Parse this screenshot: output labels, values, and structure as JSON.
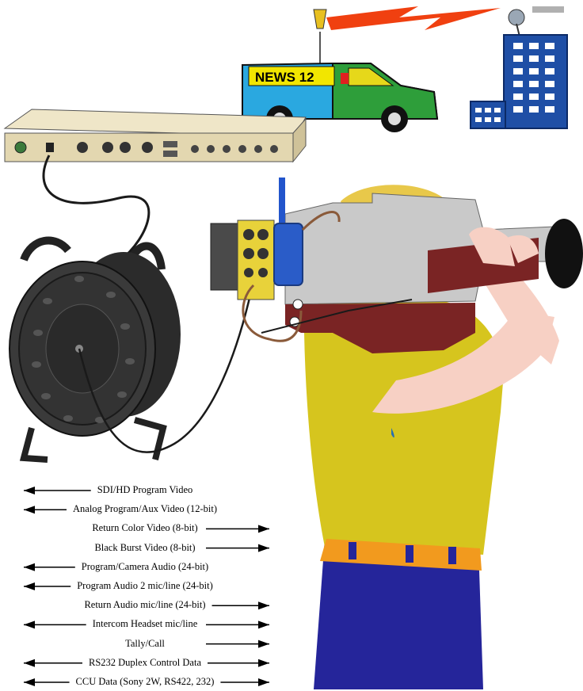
{
  "van": {
    "label": "NEWS 12"
  },
  "signals": [
    {
      "label": "SDI/HD Program Video",
      "direction": "left"
    },
    {
      "label": "Analog Program/Aux Video (12-bit)",
      "direction": "left"
    },
    {
      "label": "Return Color Video (8-bit)",
      "direction": "right"
    },
    {
      "label": "Black Burst Video (8-bit)",
      "direction": "right"
    },
    {
      "label": "Program/Camera Audio (24-bit)",
      "direction": "left"
    },
    {
      "label": "Program Audio 2 mic/line (24-bit)",
      "direction": "left"
    },
    {
      "label": "Return Audio mic/line (24-bit)",
      "direction": "right"
    },
    {
      "label": "Intercom Headset mic/line",
      "direction": "both"
    },
    {
      "label": "Tally/Call",
      "direction": "right"
    },
    {
      "label": "RS232 Duplex Control Data",
      "direction": "both"
    },
    {
      "label": "CCU Data (Sony 2W, RS422, 232)",
      "direction": "both"
    }
  ],
  "colors": {
    "van_body": "#2aa8e0",
    "van_front": "#2e9e3a",
    "van_sign": "#f2e600",
    "building": "#1f4fa6",
    "lightning": "#f04010",
    "rack_unit": "#e3d7b0",
    "shirt": "#d6c51e",
    "jeans": "#25259a",
    "belt": "#f29a1e",
    "skin": "#f7d0c4",
    "camera_body": "#c9c9c9",
    "camera_lower": "#7a2424",
    "interface_box": "#e8d23a",
    "cable": "#1a1a1a"
  }
}
